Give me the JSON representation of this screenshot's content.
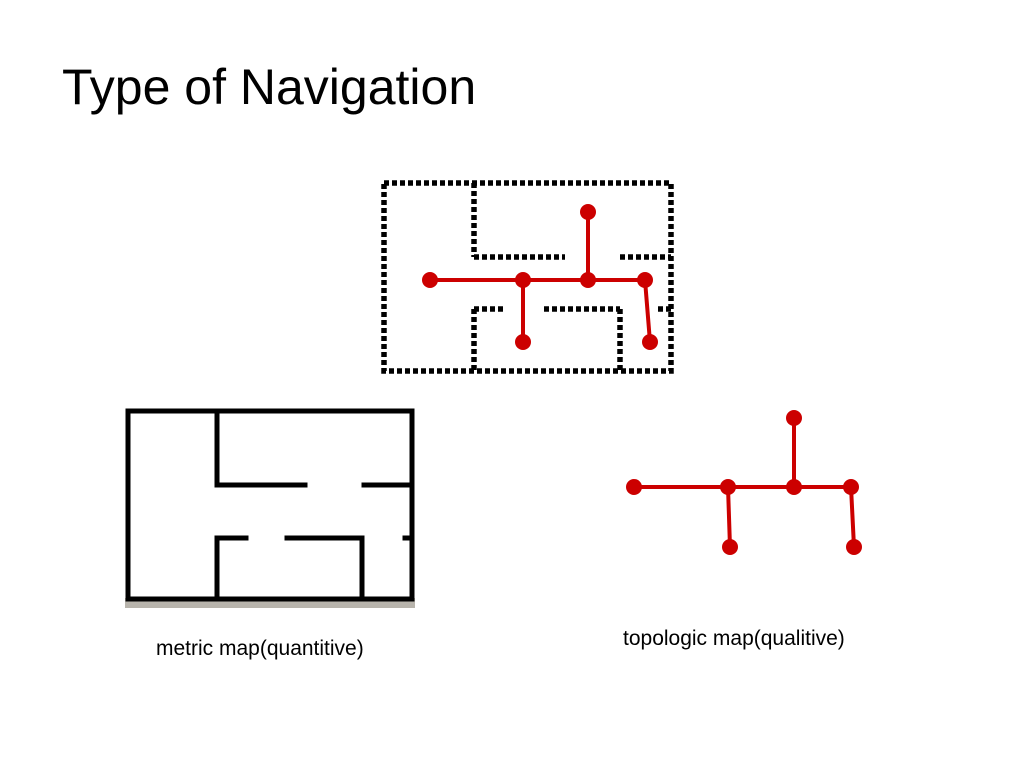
{
  "slide": {
    "title": "Type of Navigation"
  },
  "figures": {
    "metric_map": {
      "caption": "metric map(quantitive)"
    },
    "topologic_map": {
      "caption": "topologic map(qualitive)"
    }
  },
  "colors": {
    "wall": "#000000",
    "graph": "#cc0000",
    "background": "#ffffff",
    "floor_shadow": "#b8b4ac"
  }
}
